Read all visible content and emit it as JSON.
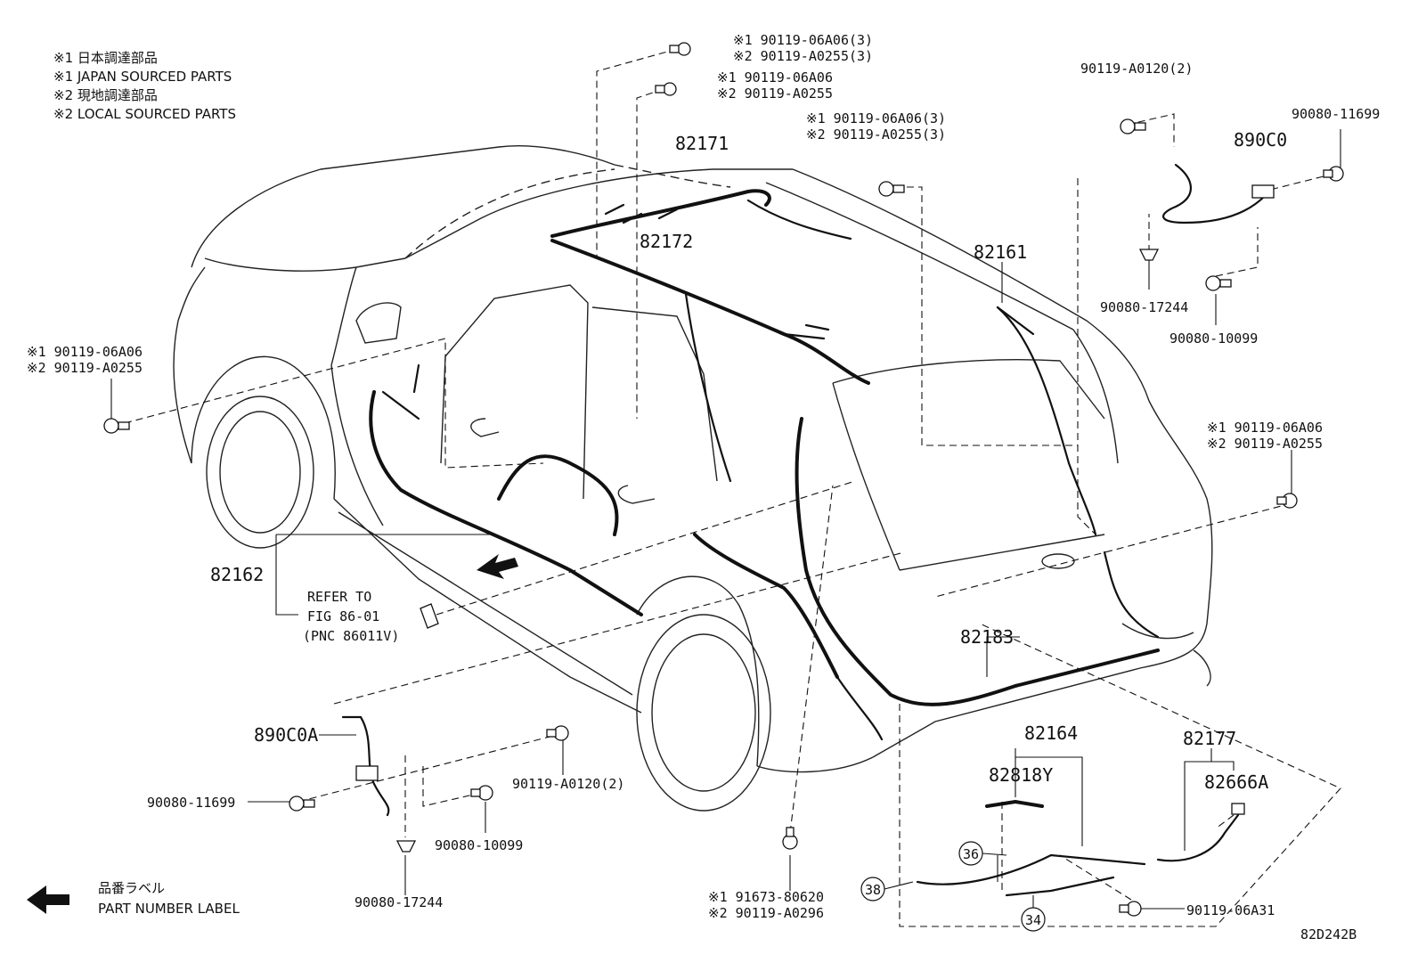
{
  "notes": {
    "n1": "※1 日本調達部品",
    "n2": "※1 JAPAN SOURCED PARTS",
    "n3": "※2 現地調達部品",
    "n4": "※2 LOCAL SOURCED PARTS"
  },
  "labels": {
    "top_bolt1_a": "※1 90119-06A06(3)",
    "top_bolt1_b": "※2 90119-A0255(3)",
    "top_bolt2_a": "※1 90119-06A06",
    "top_bolt2_b": "※2 90119-A0255",
    "mid_bolt_a": "※1 90119-06A06(3)",
    "mid_bolt_b": "※2 90119-A0255(3)",
    "left_bolt_a": "※1 90119-06A06",
    "left_bolt_b": "※2 90119-A0255",
    "right_bolt_a": "※1 90119-06A06",
    "right_bolt_b": "※2 90119-A0255",
    "bottom_bolt_a": "※1 91673-80620",
    "bottom_bolt_b": "※2 90119-A0296",
    "p82171": "82171",
    "p82172": "82172",
    "p82161": "82161",
    "p82162": "82162",
    "p82183": "82183",
    "p82164": "82164",
    "p82818Y": "82818Y",
    "p82177": "82177",
    "p82666A": "82666A",
    "p890C0": "890C0",
    "p890C0A": "890C0A",
    "tr_90119_A0120": "90119-A0120(2)",
    "tr_90080_11699": "90080-11699",
    "tr_90080_17244": "90080-17244",
    "tr_90080_10099": "90080-10099",
    "bl_90080_11699": "90080-11699",
    "bl_90119_A0120": "90119-A0120(2)",
    "bl_90080_10099": "90080-10099",
    "bl_90080_17244": "90080-17244",
    "b_90119_06A31": "90119-06A31",
    "refer1": "REFER TO",
    "refer2": "FIG 86-01",
    "refer3": "(PNC 86011V)",
    "c36": "36",
    "c38": "38",
    "c34": "34",
    "legend_jp": "品番ラベル",
    "legend_en": "PART NUMBER LABEL",
    "fig_code": "82D242B"
  }
}
